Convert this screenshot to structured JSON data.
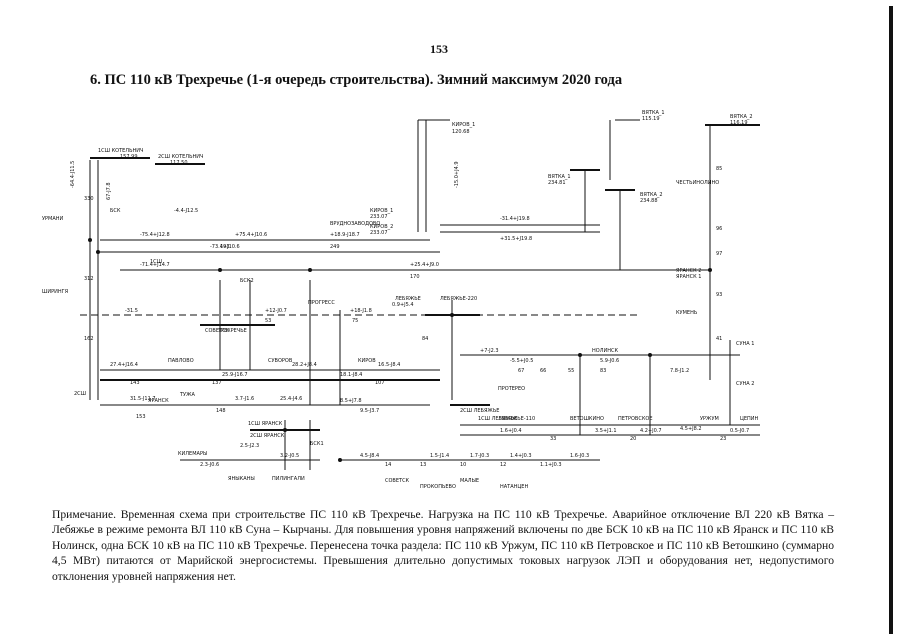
{
  "page_number": "153",
  "title": "6. ПС 110 кВ Трехречье (1-я очередь строительства). Зимний максимум 2020 года",
  "note": "Примечание. Временная схема при строительстве ПС 110 кВ Трехречье. Нагрузка на ПС 110 кВ Трехречье. Аварийное отключение ВЛ 220 кВ Вятка – Лебяжье в режиме ремонта ВЛ 110 кВ Суна – Кырчаны. Для повышения уровня напряжений включены по две БСК 10 кВ на ПС 110 кВ Яранск и ПС 110 кВ Нолинск, одна БСК 10 кВ на ПС 110 кВ Трехречье. Перенесена точка раздела: ПС 110 кВ Уржум, ПС 110 кВ Петровское и ПС 110 кВ Ветошкино (суммарно 4,5 МВт) питаются от Марийской энергосистемы. Превышения длительно допустимых токовых нагрузок ЛЭП и оборудования нет, недопустимого отклонения уровней напряжения нет.",
  "diagram": {
    "labels": [
      "1СШ КОТЕЛЬНИЧ",
      "157.99",
      "2СШ КОТЕЛЬНИЧ",
      "117.50",
      "КИРОВ_1",
      "120.68",
      "ВЯТКА_1",
      "115.19",
      "ВЯТКА_2",
      "116.19",
      "КИРОВ_1",
      "233.07",
      "КИРОВ_2",
      "233.07",
      "ВЯТКА_1",
      "234.81",
      "ВЯТКА_2",
      "234.88",
      "ВРУДНОЗАВОДОВО",
      "ЧЕСТЬИНОЛИНО",
      "ЯРАНСК 2",
      "ЯРАНСК 1",
      "КУМЕНЬ",
      "УРМАНИ",
      "ШИРИНГЯ",
      "ПРОГРЕСС",
      "ЛЕБЯЖЬЕ-220",
      "ЛЕБЯЖЬЕ",
      "ПРОТЕРЕО",
      "ТРЕХРЕЧЬЕ",
      "СОВЕТСК",
      "ЯРАНСК",
      "ТУЖА",
      "ПАВЛОВО",
      "СУВОРОВ",
      "КИРОВ",
      "НОЛИНСК",
      "СУНА 1",
      "СУНА 2",
      "ЛЕБЯЖЬЕ-110",
      "ВЕТОШКИНО",
      "ПЕТРОВСКОЕ",
      "УРЖУМ",
      "ЦЕПИН",
      "КИЛЕМАРЫ",
      "ЯНЫКАНЫ",
      "ПИЛИНГАЛИ",
      "СОВЕТСК",
      "МАЛЫЕ",
      "ПРОКОПЬЕВО",
      "НАТАНЦЕН",
      "БСК",
      "БСК1",
      "БСК2",
      "2СШ",
      "1СШ",
      "1СШ ЯРАНСК",
      "2СШ ЯРАНСК",
      "2СШ ЛЕБЯЖЬЕ",
      "1СШ ЛЕБЯЖЬЕ"
    ],
    "flows": [
      "-64.4-Ј11.5",
      "67-Ј7.8",
      "-75.4+Ј12.8",
      "-4.4-Ј12.5",
      "+75.4+Ј10.6",
      "-73.4+Ј10.6",
      "+18.9-Ј18.7",
      "-31.4+Ј19.8",
      "+31.5+Ј19.8",
      "-15.0+Ј4.9",
      "-71.4+Ј14.7",
      "+25.4+Ј9.0",
      "+12-Ј0.7",
      "+18-Ј1.8",
      "-31.5",
      "0.9+Ј5.4",
      "+7-Ј2.3",
      "27.4+Ј16.4",
      "25.9-Ј16.7",
      "18.1-Ј8.4",
      "28.2+Ј8.4",
      "16.5-Ј8.4",
      "-5.5+Ј0.5",
      "5.9-Ј0.6",
      "7.8-Ј1.2",
      "8.5+Ј7.8",
      "31.5-Ј11.7",
      "3.7-Ј1.6",
      "25.4-Ј4.6",
      "9.5-Ј3.7",
      "2.5-Ј2.3",
      "4.5+Ј8.2",
      "4.2+Ј0.7",
      "3.5+Ј1.1",
      "0.5-Ј0.7",
      "3.2-Ј0.5",
      "1.6+Ј0.4",
      "4.5-Ј8.4",
      "1.5-Ј1.4",
      "1.7-Ј0.3",
      "1.4+Ј0.3",
      "2.3-Ј0.6",
      "1.1+Ј0.3",
      "1.6-Ј0.3"
    ],
    "numbers": [
      "330",
      "312",
      "162",
      "170",
      "193",
      "249",
      "53",
      "75",
      "84",
      "143",
      "137",
      "107",
      "153",
      "148",
      "67",
      "83",
      "41",
      "66",
      "55",
      "14",
      "13",
      "10",
      "12",
      "23",
      "33",
      "20",
      "85",
      "96",
      "97",
      "93"
    ]
  }
}
